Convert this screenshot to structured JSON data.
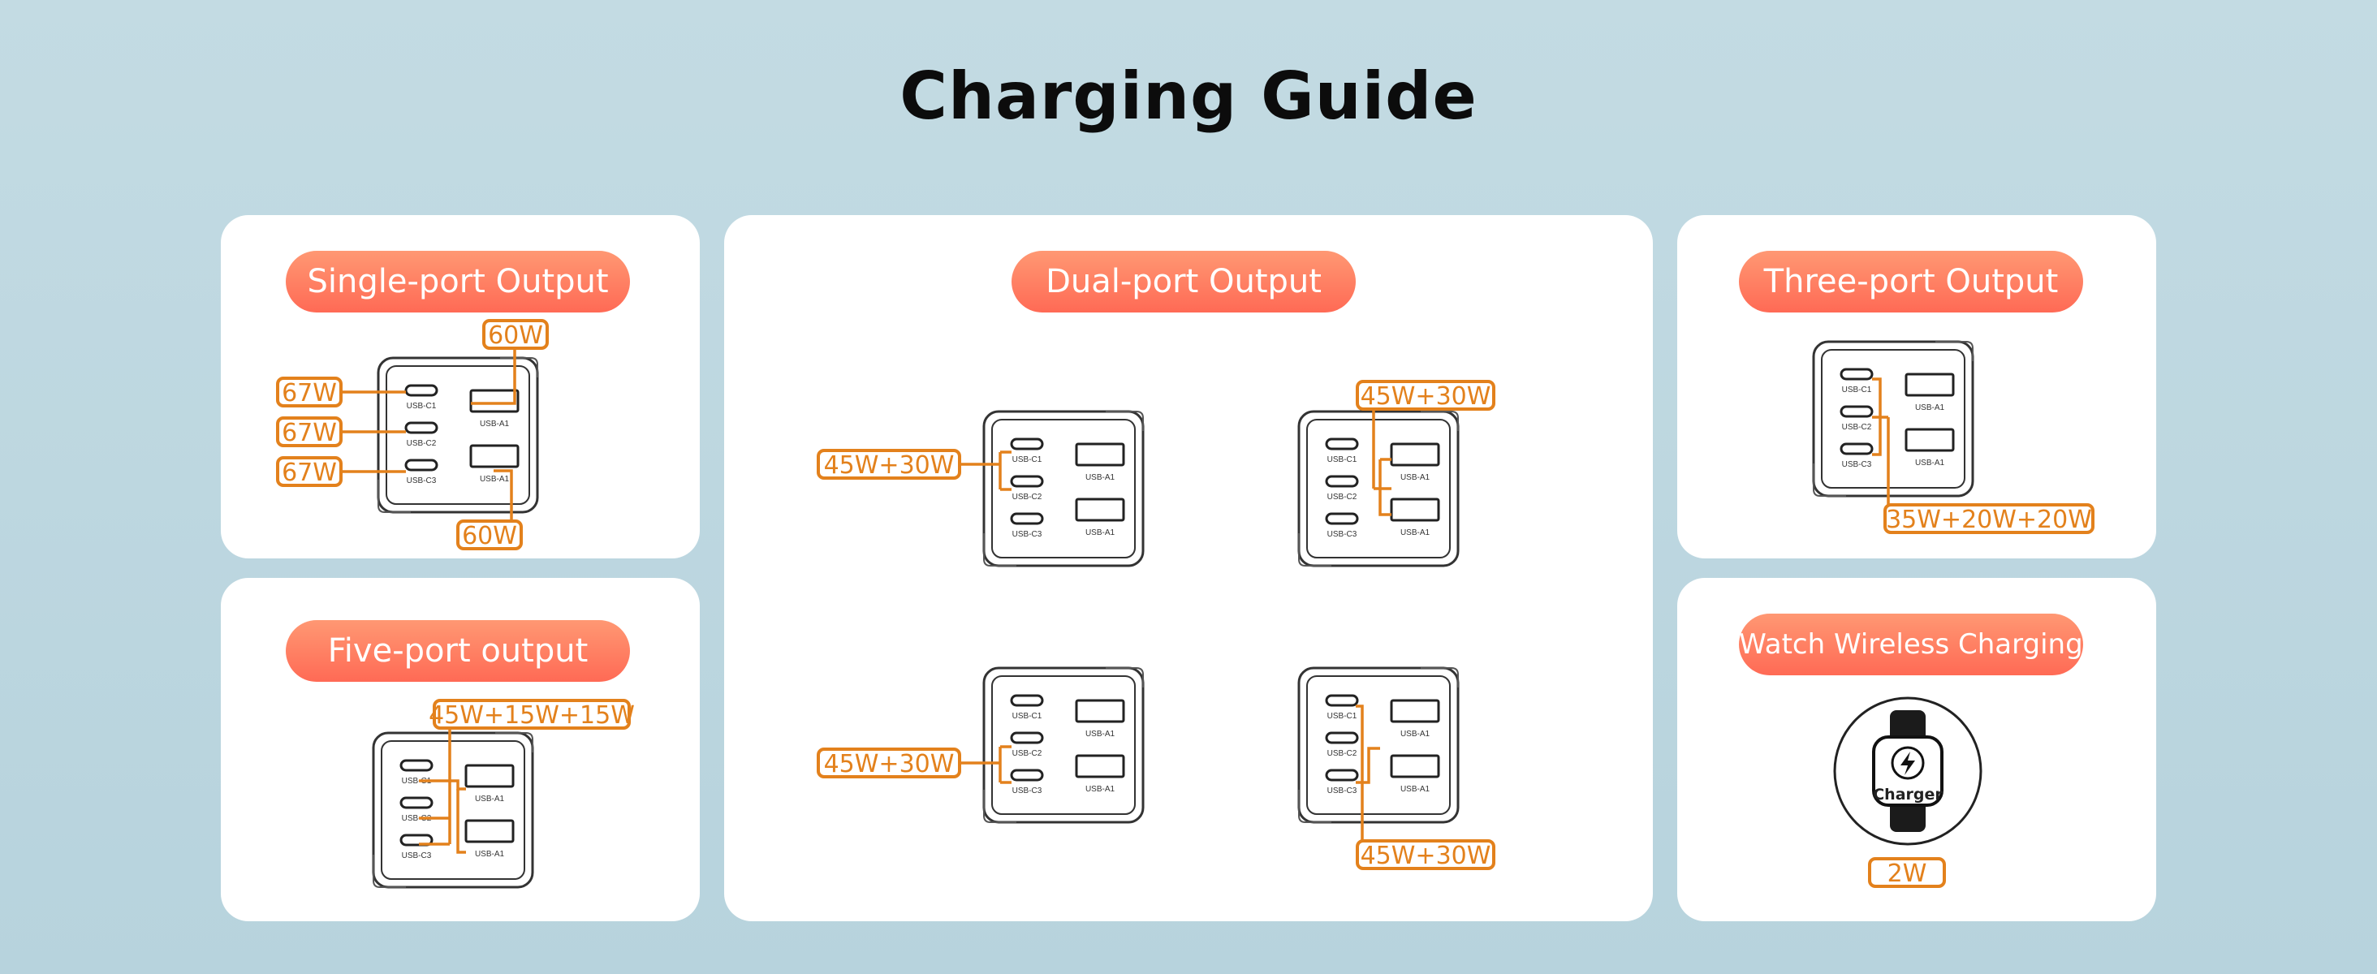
{
  "page": {
    "title": "Charging Guide"
  },
  "port_labels": {
    "c1": "USB-C1",
    "c2": "USB-C2",
    "c3": "USB-C3",
    "a1": "USB-A1"
  },
  "panels": {
    "single": {
      "title": "Single-port Output",
      "badges": [
        "60W",
        "67W",
        "67W",
        "67W",
        "60W"
      ]
    },
    "five": {
      "title": "Five-port output",
      "badges": [
        "45W+15W+15W"
      ]
    },
    "dual": {
      "title": "Dual-port Output",
      "badges": [
        "45W+30W",
        "45W+30W",
        "45W+30W",
        "45W+30W"
      ]
    },
    "three": {
      "title": "Three-port Output",
      "badges": [
        "35W+20W+20W"
      ]
    },
    "watch": {
      "title": "Watch Wireless Charging",
      "charger_label": "Charger",
      "badges": [
        "2W"
      ]
    }
  },
  "colors": {
    "accent": "#e3811c",
    "pill_top": "#ff9873",
    "pill_bottom": "#ff6a55",
    "background": "#bdd7e0"
  }
}
